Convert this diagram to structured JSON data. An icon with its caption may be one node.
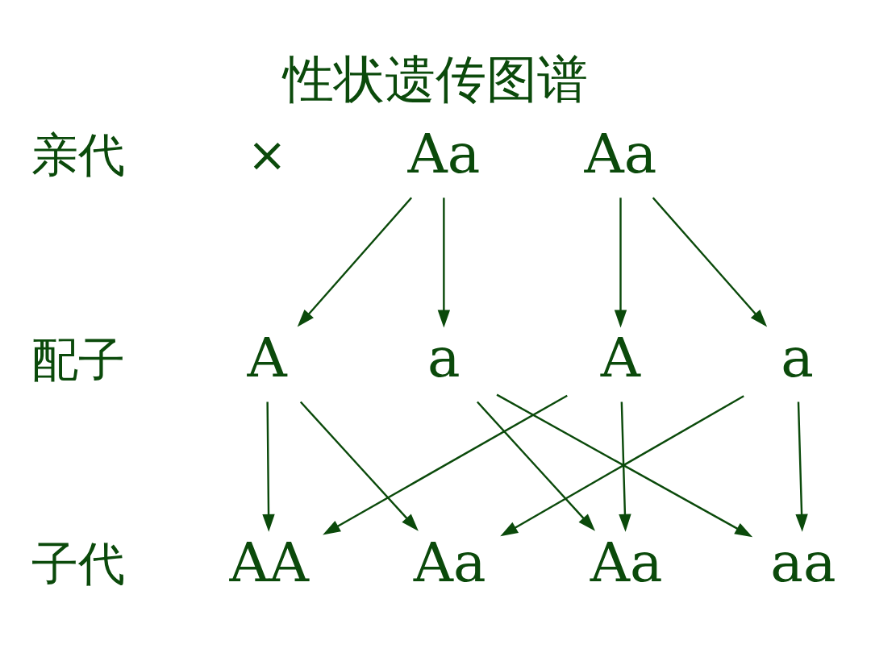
{
  "diagram": {
    "title": "性状遗传图谱",
    "nodes": [
      {
        "text": [
          "Aa"
        ]
      },
      {
        "text": [
          "Aa"
        ]
      },
      {
        "text": [
          "A"
        ]
      },
      {
        "text": [
          "a"
        ]
      },
      {
        "text": [
          "A"
        ]
      },
      {
        "text": [
          "a"
        ]
      },
      {
        "text": [
          "AA"
        ]
      },
      {
        "text": [
          "Aa"
        ]
      },
      {
        "text": [
          "Aa"
        ]
      },
      {
        "text": [
          "aa"
        ]
      }
    ],
    "edges": [
      {
        "from": 0,
        "to": 2,
        "arrow": "to"
      },
      {
        "from": 0,
        "to": 3,
        "arrow": "to"
      },
      {
        "from": 1,
        "to": 4,
        "arrow": "to"
      },
      {
        "from": 1,
        "to": 5,
        "arrow": "to"
      },
      {
        "from": 2,
        "to": 6,
        "arrow": "to"
      },
      {
        "from": 2,
        "to": 7,
        "arrow": "to"
      },
      {
        "from": 3,
        "to": 8,
        "arrow": "to"
      },
      {
        "from": 3,
        "to": 9,
        "arrow": "to"
      },
      {
        "from": 4,
        "to": 6,
        "arrow": "to"
      },
      {
        "from": 4,
        "to": 8,
        "arrow": "to"
      },
      {
        "from": 5,
        "to": 7,
        "arrow": "to"
      },
      {
        "from": 5,
        "to": 9,
        "arrow": "to"
      }
    ],
    "labels": [
      "亲代",
      "×",
      "配子",
      "子代"
    ]
  }
}
